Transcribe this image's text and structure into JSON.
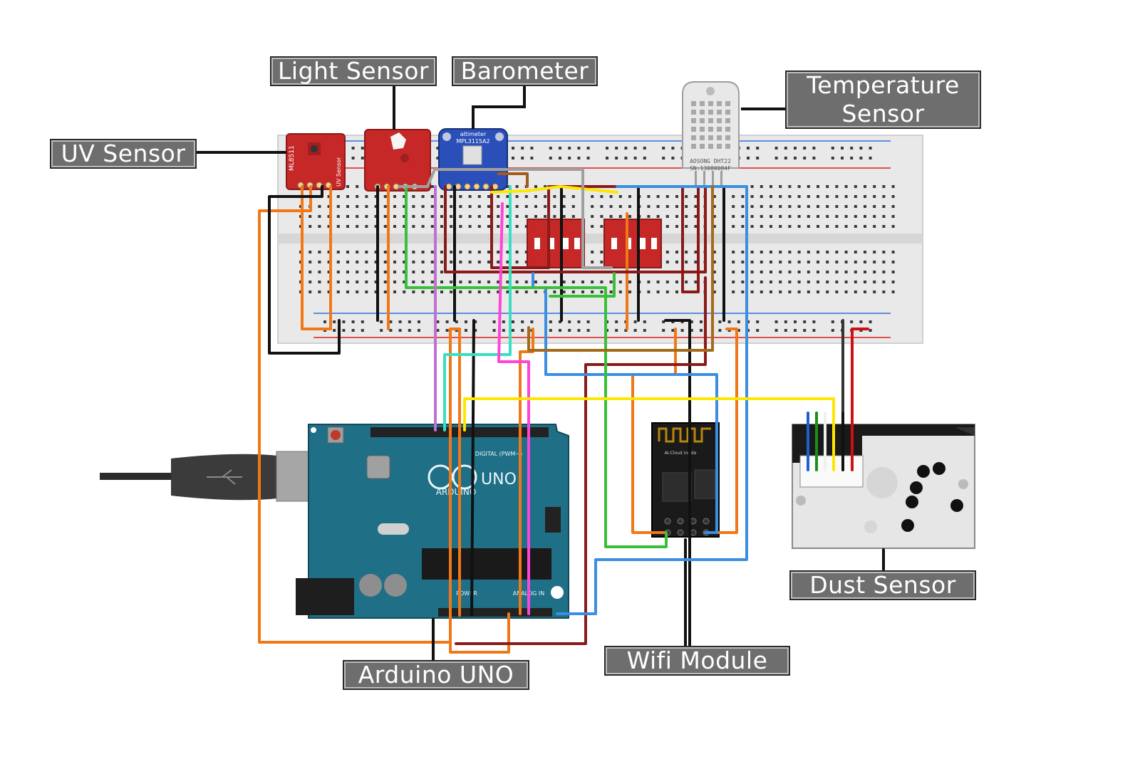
{
  "labels": {
    "uv_sensor": "UV Sensor",
    "light_sensor": "Light Sensor",
    "barometer": "Barometer",
    "temperature_sensor_line1": "Temperature",
    "temperature_sensor_line2": "Sensor",
    "arduino": "Arduino UNO",
    "wifi": "Wifi Module",
    "dust": "Dust Sensor"
  },
  "board_text": {
    "uv_chip": "ML8511",
    "uv_side": "UV Sensor",
    "barometer_chip": "MPL3115A2",
    "barometer_brand": "altimeter",
    "dht_line1": "AOSONG DHT22",
    "dht_line2": "SN:13080084F",
    "arduino_logo": "ARDUINO",
    "arduino_uno": "UNO",
    "arduino_digital": "DIGITAL (PWM~)",
    "arduino_analog": "ANALOG IN",
    "arduino_power": "POWER",
    "wifi_brand": "AI-Cloud inside"
  },
  "colors": {
    "callout_bg": "#6e6e6e",
    "breadboard": "#e9e9e9",
    "arduino_pcb": "#1f6f86",
    "sensor_red": "#c62828",
    "barometer_blue": "#2a4fb8",
    "wire_orange": "#f07818",
    "wire_black": "#111111",
    "wire_red": "#b71c1c",
    "wire_darkred": "#8b1a1a",
    "wire_blue": "#3b8ee0",
    "wire_green": "#38c038",
    "wire_yellow": "#ffe600",
    "wire_purple": "#c070d0",
    "wire_pink": "#ff44d8",
    "wire_teal": "#38e0c0",
    "wire_gray": "#9a9a9a",
    "wire_brown": "#a36b1a"
  }
}
